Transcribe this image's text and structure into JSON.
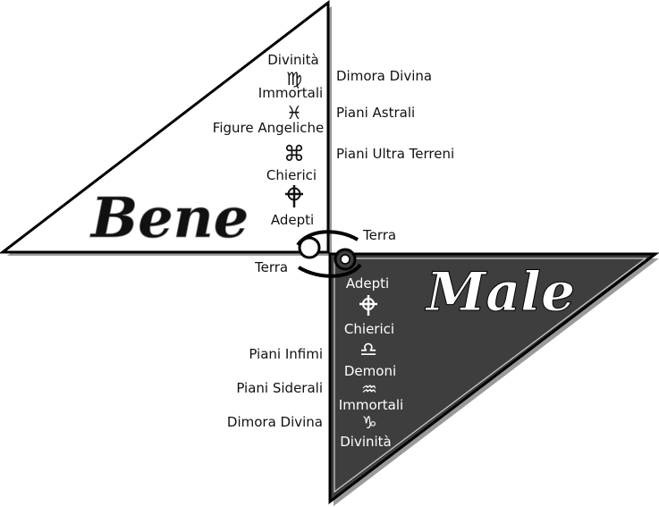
{
  "colors": {
    "bene_fill": "#ffffff",
    "male_fill": "#3e3e3e",
    "line": "#000000",
    "shadow": "#7a7a7a",
    "male_text": "#ffffff"
  },
  "bene": {
    "title": "Bene",
    "hierarchy": [
      {
        "label": "Divinità",
        "symbol": "♍",
        "symbol_name": "virgo-icon"
      },
      {
        "label": "Immortali",
        "symbol": "♓",
        "symbol_name": "pisces-icon"
      },
      {
        "label": "Figure Angeliche",
        "symbol": "⌘",
        "symbol_name": "command-icon"
      },
      {
        "label": "Chierici",
        "symbol": "⊕",
        "symbol_name": "celtic-cross-icon"
      },
      {
        "label": "Adepti"
      }
    ],
    "planes": [
      "Dimora Divina",
      "Piani Astrali",
      "Piani Ultra Terreni"
    ],
    "earth_label": "Terra"
  },
  "male": {
    "title": "Male",
    "hierarchy": [
      {
        "label": "Adepti",
        "symbol": "⊕",
        "symbol_name": "celtic-cross-icon"
      },
      {
        "label": "Chierici",
        "symbol": "♎",
        "symbol_name": "libra-icon"
      },
      {
        "label": "Demoni",
        "symbol": "♒",
        "symbol_name": "aquarius-icon"
      },
      {
        "label": "Immortali",
        "symbol": "♑",
        "symbol_name": "capricorn-icon"
      },
      {
        "label": "Divinità"
      }
    ],
    "planes": [
      "Piani Infimi",
      "Piani Siderali",
      "Dimora Divina"
    ],
    "earth_label": "Terra"
  },
  "center_symbol": "cancer-icon"
}
